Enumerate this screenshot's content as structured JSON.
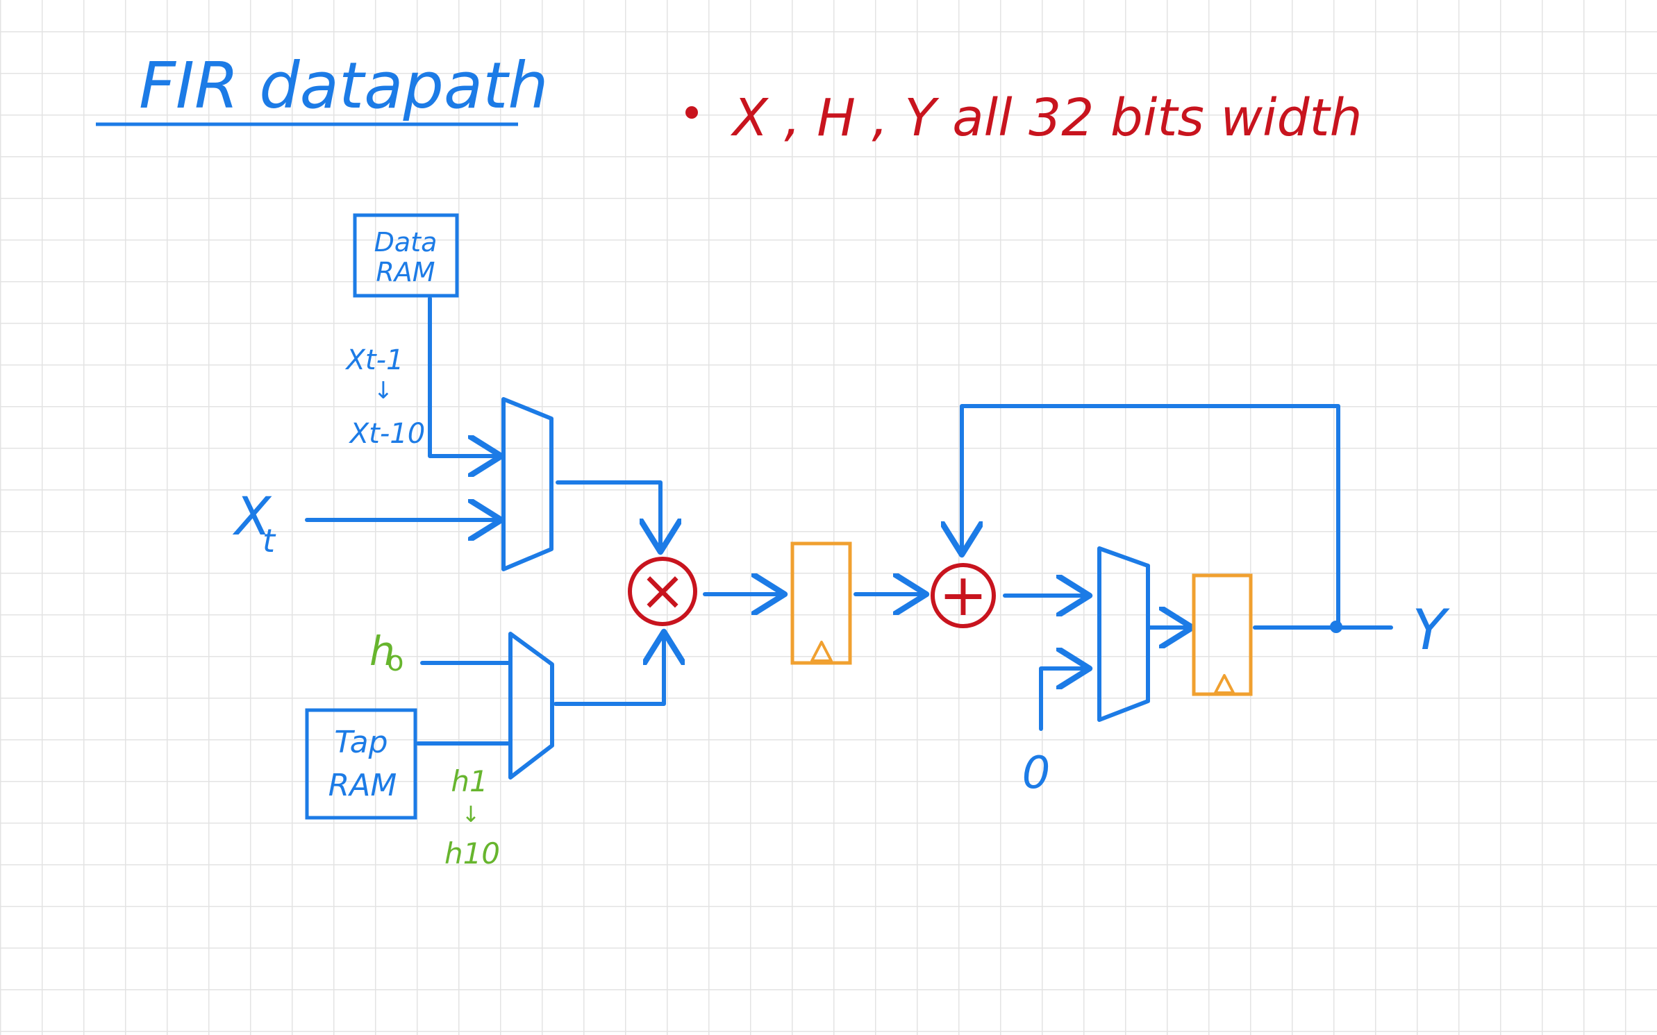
{
  "title": "FIR datapath",
  "note": {
    "bullet": "•",
    "text": "X , H , Y  all 32 bits width"
  },
  "blocks": {
    "data_ram": [
      "Data",
      "RAM"
    ],
    "tap_ram": [
      "Tap",
      "RAM"
    ]
  },
  "labels": {
    "x_prev_start": "Xt-1",
    "x_prev_end": "Xt-10",
    "x_t_main": "X",
    "x_t_sub": "t",
    "h0_main": "h",
    "h0_sub": "o",
    "h1": "h1",
    "h10": "h10",
    "zero": "0",
    "y_out": "Y",
    "range_arrow": "↓",
    "multiply_symbol": "×",
    "add_symbol": "+"
  },
  "colors": {
    "blue": "#1c7be6",
    "red": "#c8141e",
    "green": "#67b52e",
    "orange": "#f0a030",
    "grid": "#e3e3e3"
  }
}
